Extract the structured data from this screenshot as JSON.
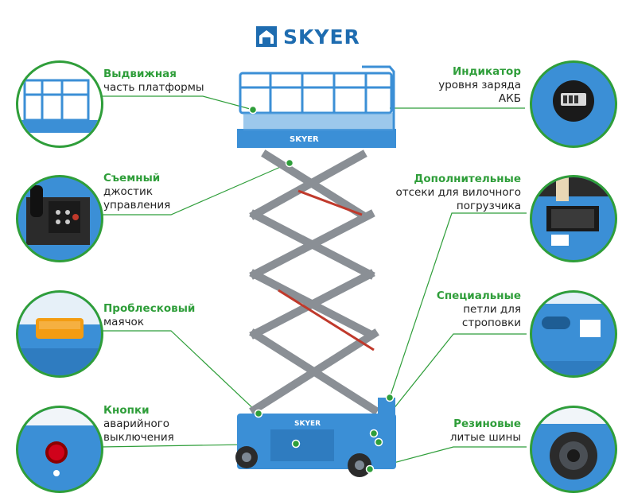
{
  "brand": {
    "name": "SKYER",
    "color": "#1e6cb0"
  },
  "accent_color": "#2f9e3a",
  "platform_color": "#3b8fd6",
  "scissor_color": "#8a8f95",
  "callouts": [
    {
      "id": "extendable-platform",
      "bold": "Выдвижная",
      "text": "часть платформы",
      "side": "left"
    },
    {
      "id": "removable-joystick",
      "bold": "Съемный",
      "text": "джостик управления",
      "side": "left"
    },
    {
      "id": "beacon",
      "bold": "Проблесковый",
      "text": "маячок",
      "side": "left"
    },
    {
      "id": "emergency-buttons",
      "bold": "Кнопки",
      "text": "аварийного выключения",
      "side": "left"
    },
    {
      "id": "battery-indicator",
      "bold": "Индикатор",
      "text": "уровня заряда АКБ",
      "side": "right"
    },
    {
      "id": "forklift-pockets",
      "bold": "Дополнительные",
      "text": "отсеки для вилочного погрузчика",
      "side": "right"
    },
    {
      "id": "lifting-loops",
      "bold": "Специальные",
      "text": "петли для строповки",
      "side": "right"
    },
    {
      "id": "rubber-tires",
      "bold": "Резиновые",
      "text": "литые шины",
      "side": "right"
    }
  ]
}
